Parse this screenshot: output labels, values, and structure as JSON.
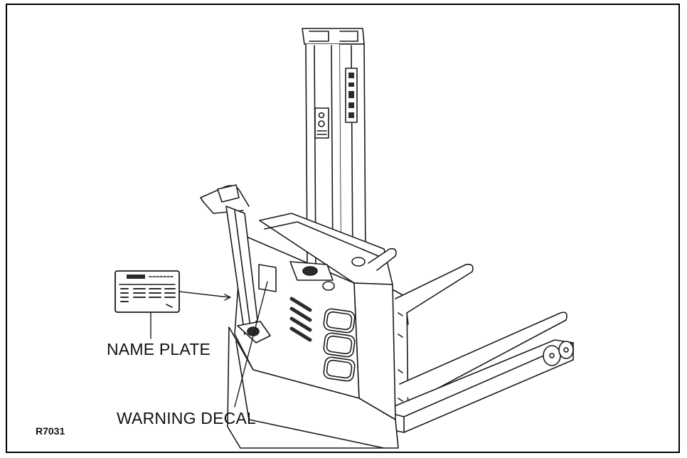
{
  "labels": {
    "name_plate": "NAME PLATE",
    "warning_decal": "WARNING DECAL"
  },
  "figure_id": "R7031",
  "colors": {
    "line": "#1a1a1a",
    "fill": "#ffffff",
    "dark": "#2b2b2b"
  }
}
